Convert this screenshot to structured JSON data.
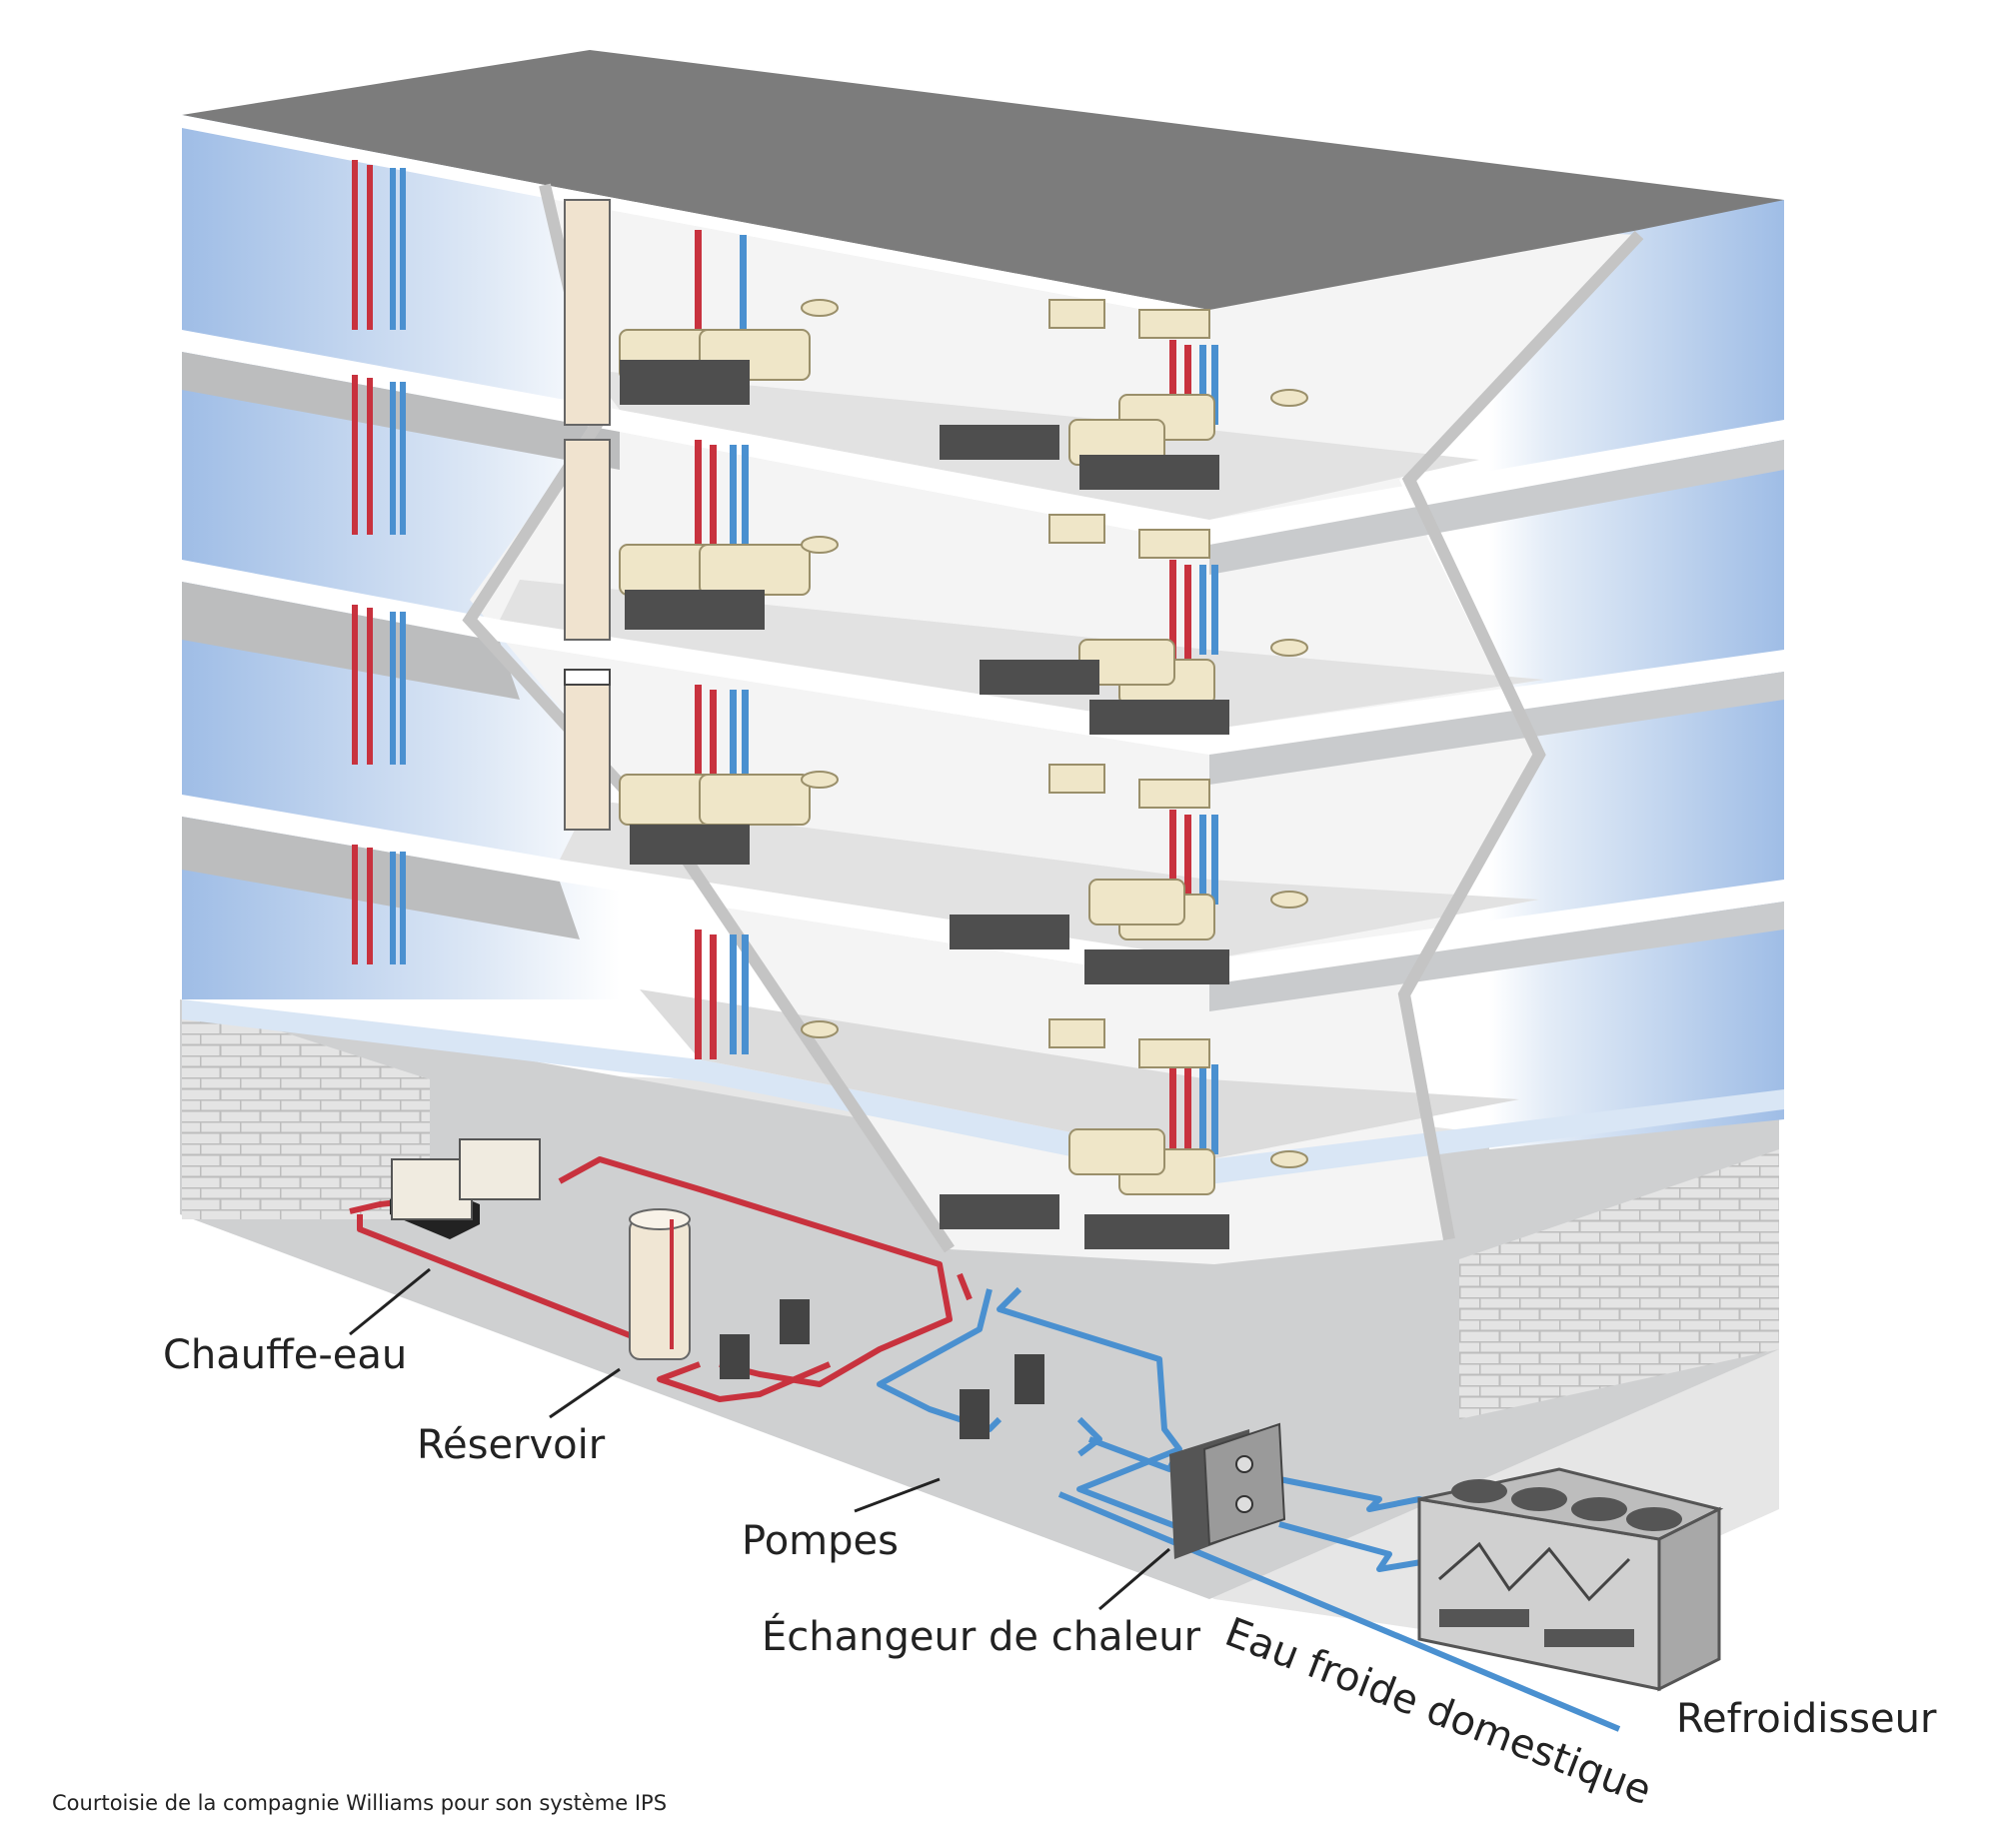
{
  "labels": {
    "water_heater": "Chauffe-eau",
    "tank": "Réservoir",
    "pumps": "Pompes",
    "heat_exchanger": "Échangeur de chaleur",
    "domestic_cold_water": "Eau froide domestique",
    "chiller": "Refroidisseur"
  },
  "credit": "Courtoisie de la compagnie Williams pour son système IPS",
  "colors": {
    "hot_pipe": "#c8323e",
    "cold_pipe": "#4a90d0",
    "roof": "#7c7c7c",
    "slab": "#c9cbcd",
    "slab_edge": "#ffffff",
    "glass": "#bcd1ec",
    "floor_interior": "#f3f3f3",
    "fixture": "#efe6c8",
    "brick": "#d7d7d7",
    "equipment": "#5a5a5a"
  },
  "icons": [
    "water-heater-icon",
    "tank-icon",
    "pump-icon",
    "heat-exchanger-icon",
    "chiller-icon"
  ]
}
